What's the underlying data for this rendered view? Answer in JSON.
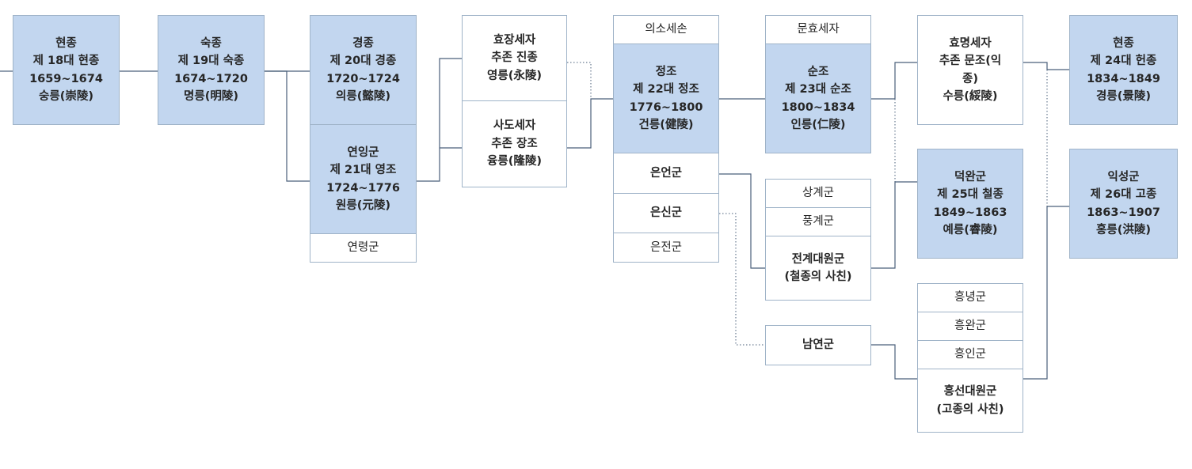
{
  "nodes": {
    "hyeonjong18": {
      "name": "현종",
      "reign": "제 18대 현종",
      "years": "1659~1674",
      "tomb": "숭릉(崇陵)"
    },
    "sukjong": {
      "name": "숙종",
      "reign": "제 19대 숙종",
      "years": "1674~1720",
      "tomb": "명릉(明陵)"
    },
    "gyeongjong": {
      "name": "경종",
      "reign": "제 20대 경종",
      "years": "1720~1724",
      "tomb": "의릉(懿陵)"
    },
    "yeongjo": {
      "name": "연잉군",
      "reign": "제 21대 영조",
      "years": "1724~1776",
      "tomb": "원릉(元陵)"
    },
    "yeonryeonggun": {
      "name": "연령군"
    },
    "hyojang": {
      "name": "효장세자",
      "title": "추존 진종",
      "tomb": "영릉(永陵)"
    },
    "sado": {
      "name": "사도세자",
      "title": "추존 장조",
      "tomb": "융릉(隆陵)"
    },
    "uiso": {
      "name": "의소세손"
    },
    "jeongjo": {
      "name": "정조",
      "reign": "제 22대 정조",
      "years": "1776~1800",
      "tomb": "건릉(健陵)"
    },
    "euneongun": {
      "name": "은언군"
    },
    "eunsingun": {
      "name": "은신군"
    },
    "eunjeongun": {
      "name": "은전군"
    },
    "munhyo": {
      "name": "문효세자"
    },
    "sunjo": {
      "name": "순조",
      "reign": "제 23대 순조",
      "years": "1800~1834",
      "tomb": "인릉(仁陵)"
    },
    "sanggyegun": {
      "name": "상계군"
    },
    "punggyegun": {
      "name": "풍계군"
    },
    "jeongye": {
      "name": "전계대원군",
      "note": "(철종의 사친)"
    },
    "namyeongun": {
      "name": "남연군"
    },
    "hyomyeong": {
      "name": "효명세자",
      "title": "추존 문조(익\n종)",
      "tomb": "수릉(綏陵)"
    },
    "deokwangun": {
      "name": "덕완군",
      "reign": "제 25대 철종",
      "years": "1849~1863",
      "tomb": "예릉(睿陵)"
    },
    "heungnyeong": {
      "name": "흥녕군"
    },
    "heungwan": {
      "name": "흥완군"
    },
    "heungin": {
      "name": "흥인군"
    },
    "heungseon": {
      "name": "흥선대원군",
      "note": "(고종의 사친)"
    },
    "heonjong24": {
      "name": "현종",
      "reign": "제 24대 헌종",
      "years": "1834~1849",
      "tomb": "경릉(景陵)"
    },
    "ikseonggun": {
      "name": "익성군",
      "reign": "제 26대 고종",
      "years": "1863~1907",
      "tomb": "홍릉(洪陵)"
    }
  },
  "colors": {
    "king_fill": "#c2d6ef",
    "border": "#9fb3c8",
    "line": "#4a5f7a"
  }
}
